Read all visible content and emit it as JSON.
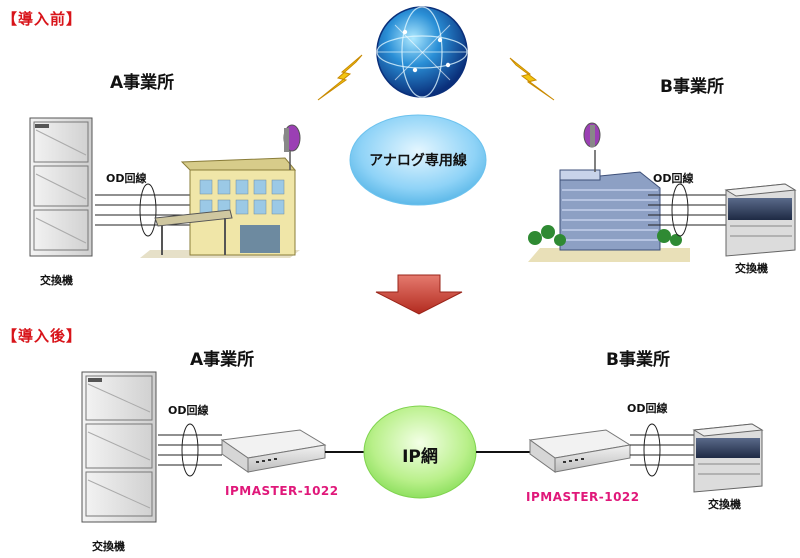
{
  "before": {
    "heading": "【導入前】",
    "office_a": "A事業所",
    "office_b": "B事業所",
    "line_a": "OD回線",
    "line_b": "OD回線",
    "network": "アナログ専用線",
    "pbx_a": "交換機",
    "pbx_b": "交換機"
  },
  "after": {
    "heading": "【導入後】",
    "office_a": "A事業所",
    "office_b": "B事業所",
    "line_a": "OD回線",
    "line_b": "OD回線",
    "network": "IP網",
    "device_a": "IPMASTER-1022",
    "device_b": "IPMASTER-1022",
    "pbx_a": "交換機",
    "pbx_b": "交換機"
  },
  "colors": {
    "heading": "#d8141a",
    "device_label": "#e0187a",
    "arrow": "#c0392b"
  }
}
